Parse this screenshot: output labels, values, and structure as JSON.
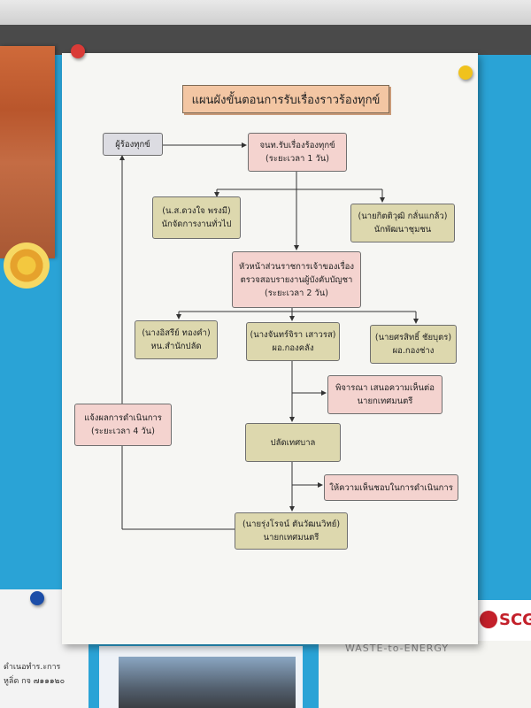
{
  "flowchart": {
    "title": "แผนผังขั้นตอนการรับเรื่องราวร้องทุกข์",
    "complainant": "ผู้ร้องทุกข์",
    "receiver": {
      "line1": "จนท.รับเรื่องร้องทุกข์",
      "line2": "(ระยะเวลา 1 วัน)"
    },
    "officer_left": {
      "line1": "(น.ส.ดวงใจ พรงมี)",
      "line2": "นักจัดการงานทั่วไป"
    },
    "officer_right": {
      "line1": "(นายกิตติวุฒิ กลั่นแกล้ว)",
      "line2": "นักพัฒนาชุมชน"
    },
    "head": {
      "line1": "หัวหน้าส่วนราชการเจ้าของเรื่อง",
      "line2": "ตรวจสอบรายงานผู้บังคับบัญชา",
      "line3": "(ระยะเวลา 2 วัน)"
    },
    "dept1": {
      "line1": "(นางอิสรีย์ ทองคำ)",
      "line2": "หน.สำนักปลัด"
    },
    "dept2": {
      "line1": "(นางจันทร์จิรา เสาวรส)",
      "line2": "ผอ.กองคลัง"
    },
    "dept3": {
      "line1": "(นายศรสิทธิ์ ชัยบุตร)",
      "line2": "ผอ.กองช่าง"
    },
    "consider": {
      "line1": "พิจารณา เสนอความเห็นต่อ",
      "line2": "นายกเทศมนตรี"
    },
    "feedback": {
      "line1": "แจ้งผลการดำเนินการ",
      "line2": "(ระยะเวลา 4 วัน)"
    },
    "clerk": "ปลัดเทศบาล",
    "approve": "ให้ความเห็นชอบในการดำเนินการ",
    "mayor": {
      "line1": "(นายรุ่งโรจน์ ตันวัฒนวิทย์)",
      "line2": "นายกเทศมนตรี"
    }
  },
  "background": {
    "banner_text": "WASTE-to-ENERGY",
    "brand_text": "SCG",
    "note_line1": "ดำเนอทำร.ะการ",
    "note_line2": "หูลิ่ด กจ ๗๑๑๑๒๐"
  },
  "colors": {
    "pink_box": "#f4d3cf",
    "olive_box": "#ddd8ae",
    "title_box": "#f3c6a3",
    "board": "#2aa3d6"
  }
}
